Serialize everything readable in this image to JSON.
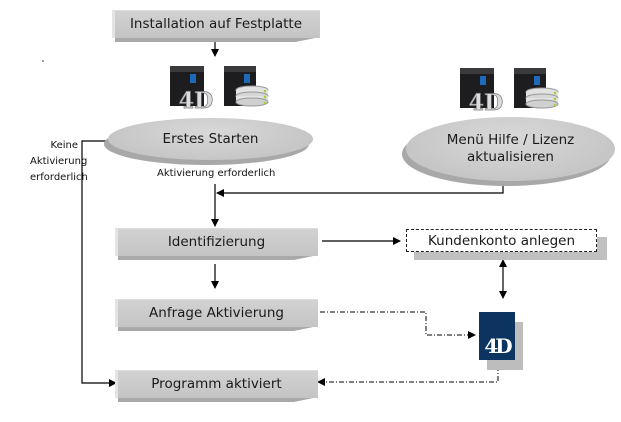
{
  "diagram": {
    "title_box": "Installation auf Festplatte",
    "first_start": "Erstes Starten",
    "menu_help": [
      "Menü Hilfe / Lizenz",
      "aktualisieren"
    ],
    "activation_required": "Aktivierung erforderlich",
    "no_activation": [
      "Keine",
      "Aktivierung",
      "erforderlich"
    ],
    "identification": "Identifizierung",
    "create_account": "Kundenkonto anlegen",
    "request_activation": "Anfrage Aktivierung",
    "program_activated": "Programm aktiviert",
    "logo_text": "4D",
    "icons": [
      "server-4d-icon",
      "server-database-icon"
    ]
  },
  "colors": {
    "box_fill": "#c8c8c8",
    "logo_blue": "#0d3361",
    "line": "#000000"
  }
}
